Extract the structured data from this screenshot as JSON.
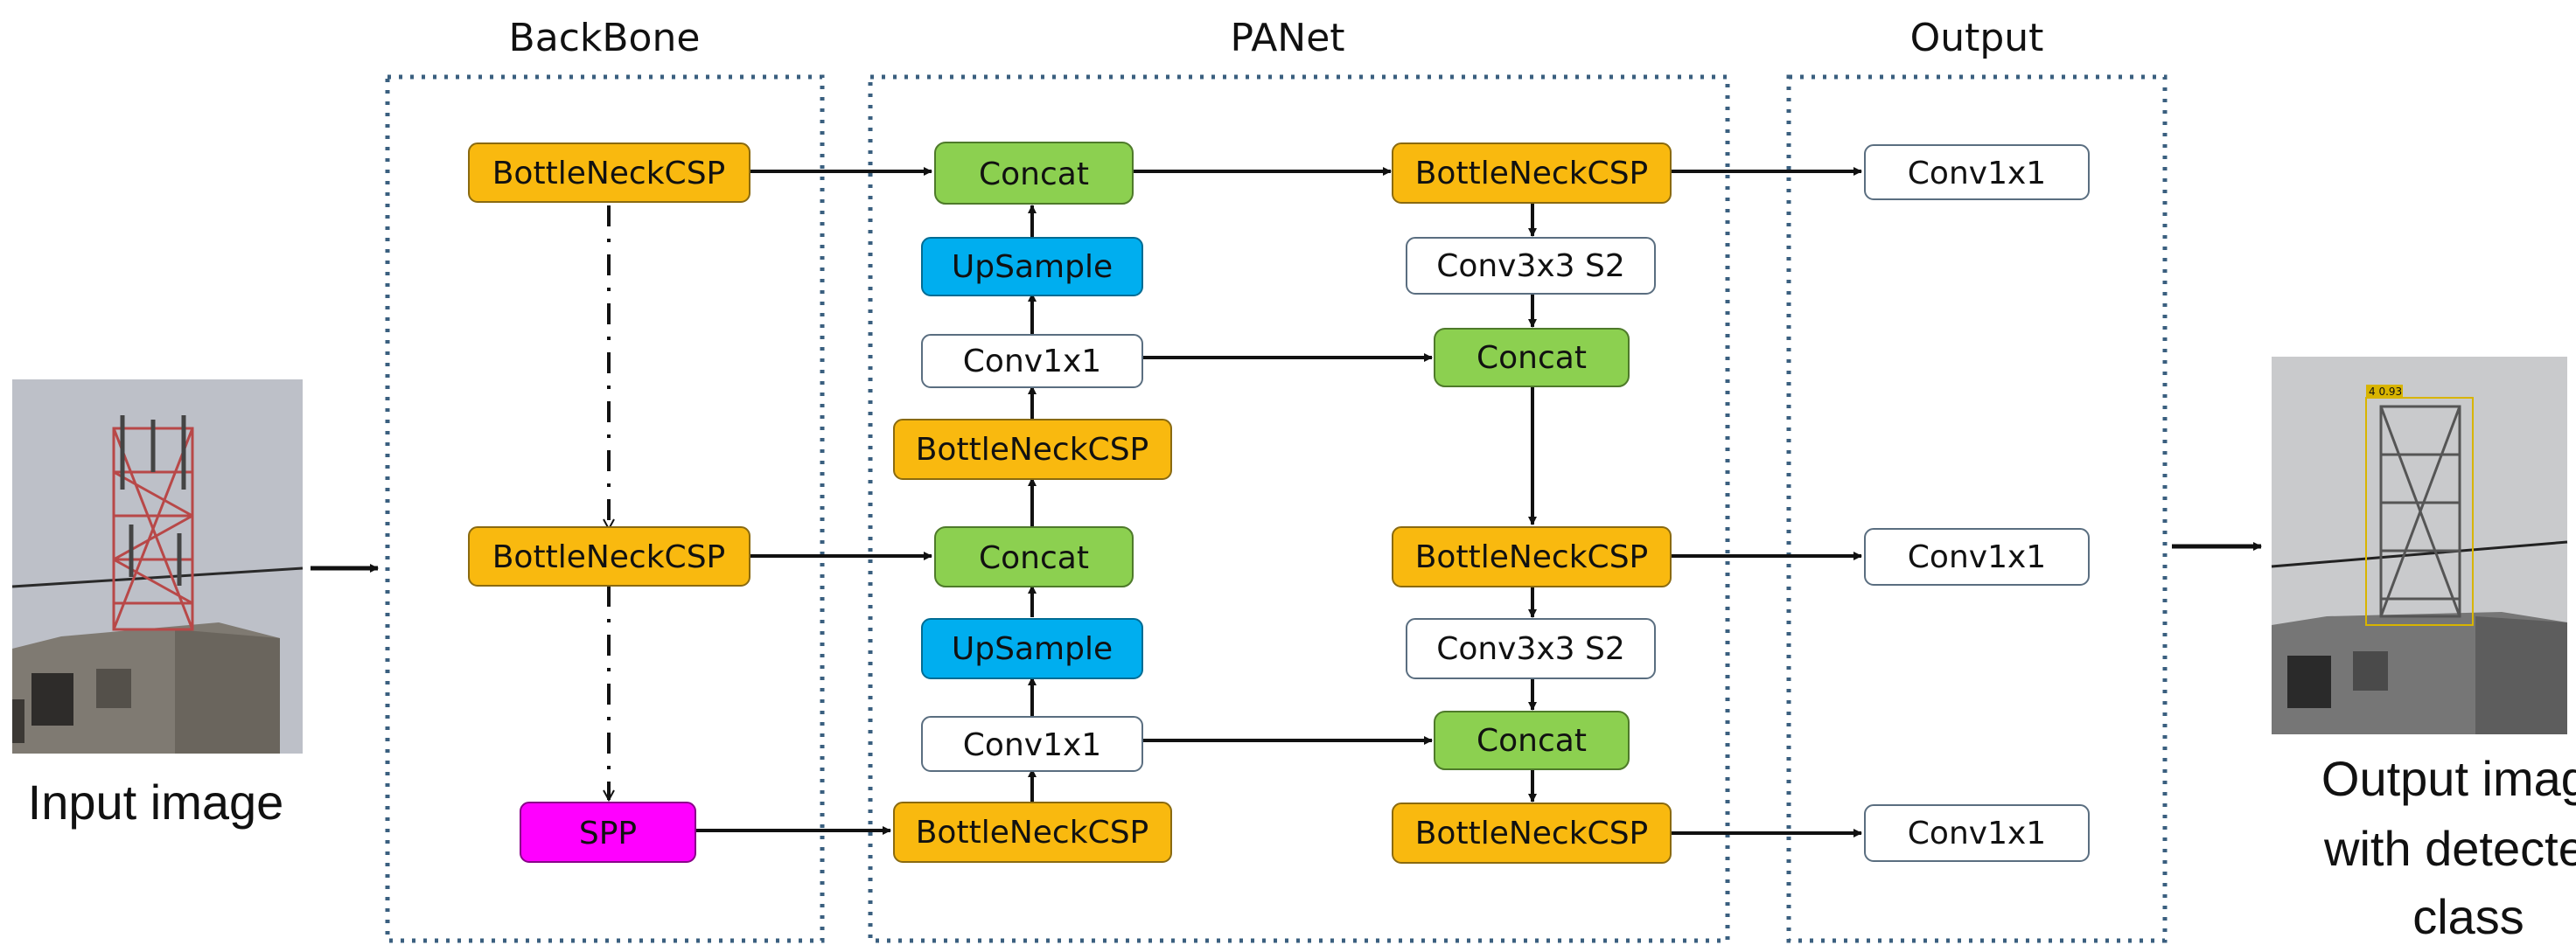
{
  "sections": {
    "backbone": "BackBone",
    "panet": "PANet",
    "output": "Output"
  },
  "input_label": "Input image",
  "output_label_lines": [
    "Output image",
    "with detected",
    "class"
  ],
  "detection_label": "4 0.93",
  "colors": {
    "orange": "#F9B90F",
    "green": "#8CD050",
    "blue": "#00AEEF",
    "magenta": "#F0F",
    "white": "#FFFFFF",
    "frame": "#3A5F7F"
  },
  "backbone": {
    "csp_top": "BottleNeckCSP",
    "csp_mid": "BottleNeckCSP",
    "spp": "SPP"
  },
  "panet_left": {
    "concat_top": "Concat",
    "upsample_top": "UpSample",
    "conv_top": "Conv1x1",
    "csp_upper": "BottleNeckCSP",
    "concat_mid": "Concat",
    "upsample_mid": "UpSample",
    "conv_mid": "Conv1x1",
    "csp_bottom": "BottleNeckCSP"
  },
  "panet_right": {
    "csp_top": "BottleNeckCSP",
    "conv3_top": "Conv3x3 S2",
    "concat_top": "Concat",
    "csp_mid": "BottleNeckCSP",
    "conv3_mid": "Conv3x3 S2",
    "concat_bottom": "Concat",
    "csp_bottom": "BottleNeckCSP"
  },
  "output": {
    "conv_top": "Conv1x1",
    "conv_mid": "Conv1x1",
    "conv_bottom": "Conv1x1"
  }
}
